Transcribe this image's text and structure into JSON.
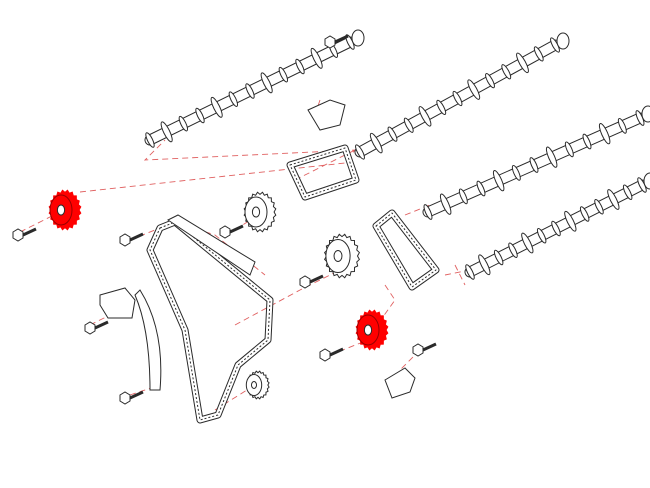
{
  "diagram": {
    "kind": "exploded-view",
    "colors": {
      "background": "#ffffff",
      "line": "#2a2a2a",
      "highlight": "#ff0000",
      "leader_dash": "#e06060"
    },
    "highlighted_parts": [
      "camshaft-sprocket-left",
      "camshaft-sprocket-right"
    ]
  }
}
